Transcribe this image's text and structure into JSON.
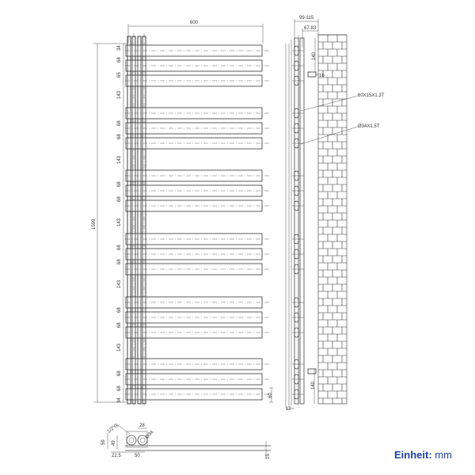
{
  "front": {
    "width_dim": "600",
    "height_dim": "1599",
    "bottom_dim": "60",
    "spacing_labels": [
      "34",
      "68",
      "65",
      "143",
      "68",
      "68",
      "143",
      "68",
      "68",
      "143",
      "68",
      "68",
      "143",
      "68",
      "68",
      "143",
      "68",
      "68",
      "34"
    ]
  },
  "side": {
    "depth_dim": "99-115",
    "inner_dim": "67-83",
    "top_dim": "140",
    "top_offset": "16",
    "flat_tube_spec": "60X15X1.3T",
    "round_tube_spec": "Ø34X1.5T",
    "bottom_dim": "140",
    "wall_offset": "12"
  },
  "detail": {
    "thread": "1/2\"G",
    "pipe_gap": "28",
    "pipe_dia": "Ø34",
    "height_a": "59",
    "height_b": "49",
    "dist_a": "22.5",
    "dist_b": "50",
    "bar_thickness": "15"
  },
  "unit": {
    "label": "Einheit:",
    "value": "mm"
  }
}
